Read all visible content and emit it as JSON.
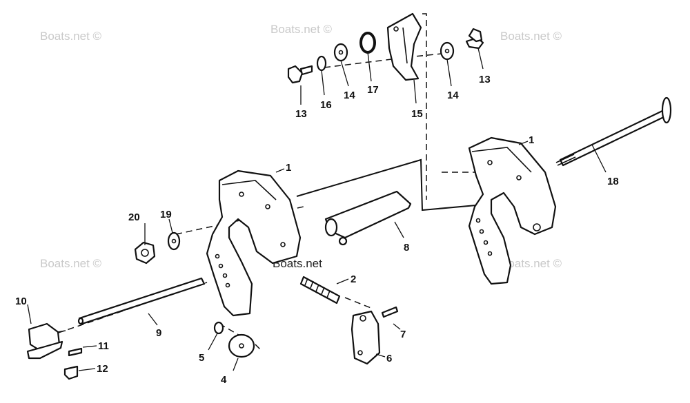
{
  "watermark": "Boats.net ©",
  "watermark_center": "Boats.net",
  "callouts": {
    "c1a": "1",
    "c1b": "1",
    "c2": "2",
    "c4": "4",
    "c5": "5",
    "c6": "6",
    "c7": "7",
    "c8": "8",
    "c9": "9",
    "c10": "10",
    "c11": "11",
    "c12": "12",
    "c13a": "13",
    "c13b": "13",
    "c14a": "14",
    "c14b": "14",
    "c15": "15",
    "c16": "16",
    "c17": "17",
    "c18": "18",
    "c19": "19",
    "c20": "20"
  }
}
